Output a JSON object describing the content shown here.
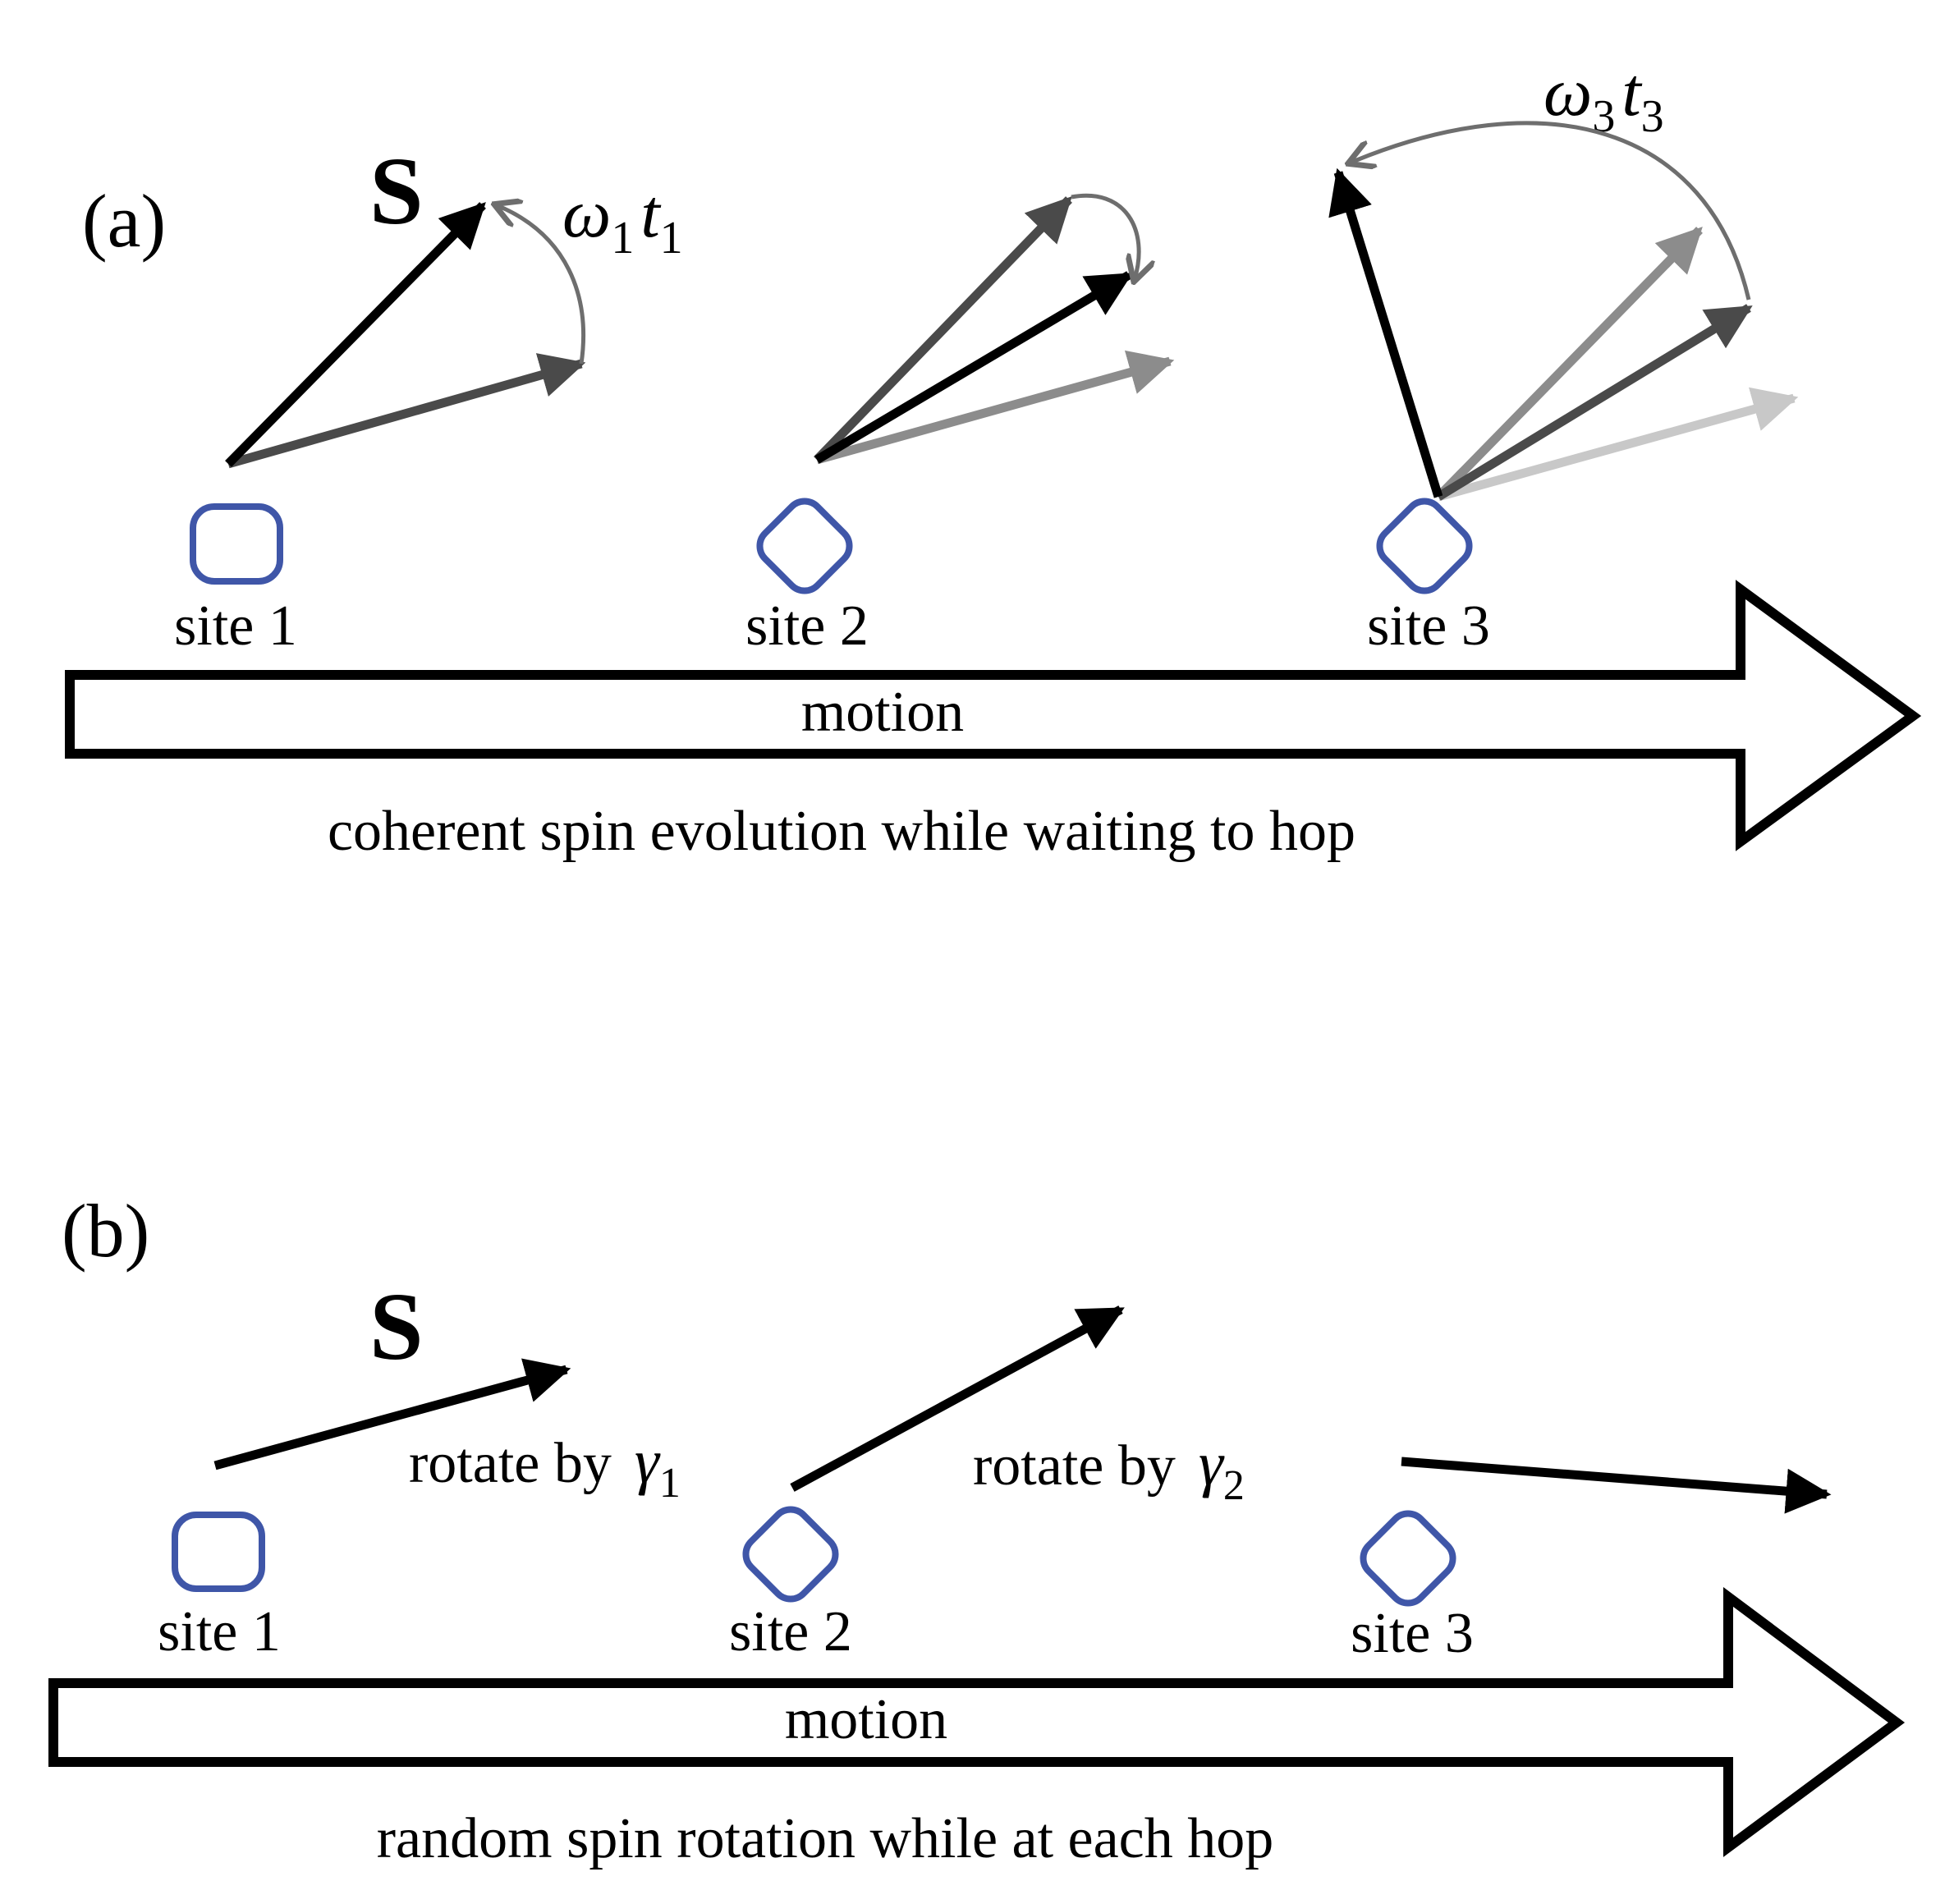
{
  "panel_a": {
    "label": "(a)",
    "spin_label": "S",
    "angle1": {
      "symbol": "ω",
      "sub1": "1",
      "var": "t",
      "sub2": "1"
    },
    "angle3": {
      "symbol": "ω",
      "sub1": "3",
      "var": "t",
      "sub2": "3"
    },
    "sites": [
      "site 1",
      "site 2",
      "site 3"
    ],
    "motion_label": "motion",
    "caption": "coherent spin evolution while waiting to hop"
  },
  "panel_b": {
    "label": "(b)",
    "spin_label": "S",
    "rotate1": {
      "text": "rotate by",
      "symbol": "γ",
      "sub": "1"
    },
    "rotate2": {
      "text": "rotate by",
      "symbol": "γ",
      "sub": "2"
    },
    "sites": [
      "site 1",
      "site 2",
      "site 3"
    ],
    "motion_label": "motion",
    "caption": "random spin rotation while at each hop"
  },
  "colors": {
    "site_outline": "#3f56a8",
    "spin_current": "#000000",
    "spin_history_dark": "#4a4a4a",
    "spin_history_mid": "#8c8c8c",
    "spin_history_light": "#c8c8c8",
    "rotation_arc": "#6e6e6e"
  }
}
